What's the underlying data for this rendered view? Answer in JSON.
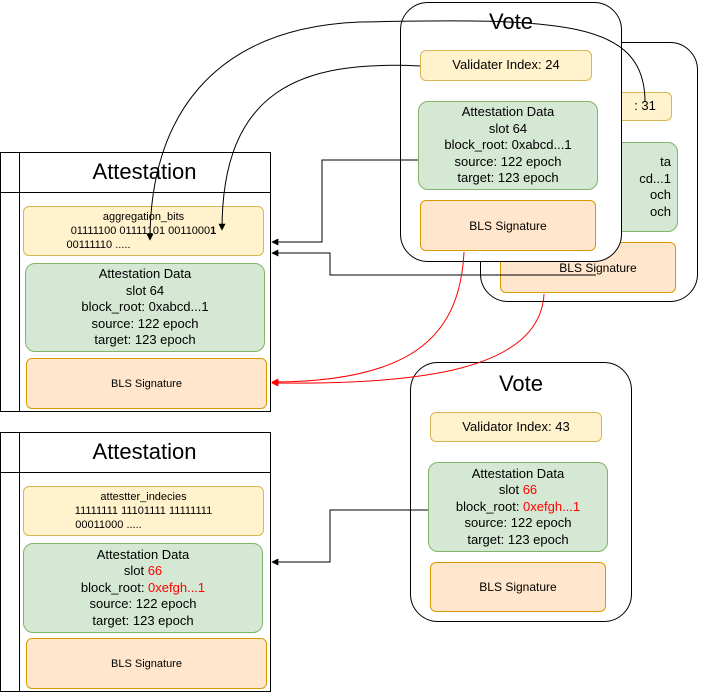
{
  "vote_back": {
    "validator_index_partial": ": 31",
    "data_lines": [
      "ta",
      "cd...1",
      "och",
      "och"
    ],
    "signature": "BLS Signature"
  },
  "vote_front": {
    "title": "Vote",
    "validator_index": "Validater Index: 24",
    "data_title": "Attestation Data",
    "slot": "slot 64",
    "block_root": "block_root: 0xabcd...1",
    "source": "source: 122 epoch",
    "target": "target: 123 epoch",
    "signature": "BLS Signature"
  },
  "vote_bottom": {
    "title": "Vote",
    "validator_index": "Validator Index: 43",
    "data_title": "Attestation Data",
    "slot_prefix": "slot ",
    "slot_value": "66",
    "block_root_prefix": "block_root: ",
    "block_root_value": "0xefgh...1",
    "source": "source: 122 epoch",
    "target": "target: 123 epoch",
    "signature": "BLS Signature"
  },
  "attestation_1": {
    "title": "Attestation",
    "bits_label": "aggregation_bits",
    "bits_line1_a": "01111100 01111101 0011000",
    "bits_line1_b": "1",
    "bits_line2": "00111110 .....",
    "data_title": "Attestation Data",
    "slot": "slot 64",
    "block_root": "block_root: 0xabcd...1",
    "source": "source: 122 epoch",
    "target": "target: 123 epoch",
    "signature": "BLS Signature"
  },
  "attestation_2": {
    "title": "Attestation",
    "bits_label": "attestter_indecies",
    "bits_line1": "11111111 11101111 11111111",
    "bits_line2": "00011000 .....",
    "data_title": "Attestation Data",
    "slot_prefix": "slot ",
    "slot_value": "66",
    "block_root_prefix": "block_root: ",
    "block_root_value": "0xefgh...1",
    "source": "source: 122 epoch",
    "target": "target: 123 epoch",
    "signature": "BLS Signature"
  },
  "colors": {
    "yellow_fill": "#fff2cc",
    "green_fill": "#d5e8d4",
    "orange_fill": "#ffe6cc",
    "red_arrow": "#ff0000",
    "red_text": "#ff0000"
  }
}
